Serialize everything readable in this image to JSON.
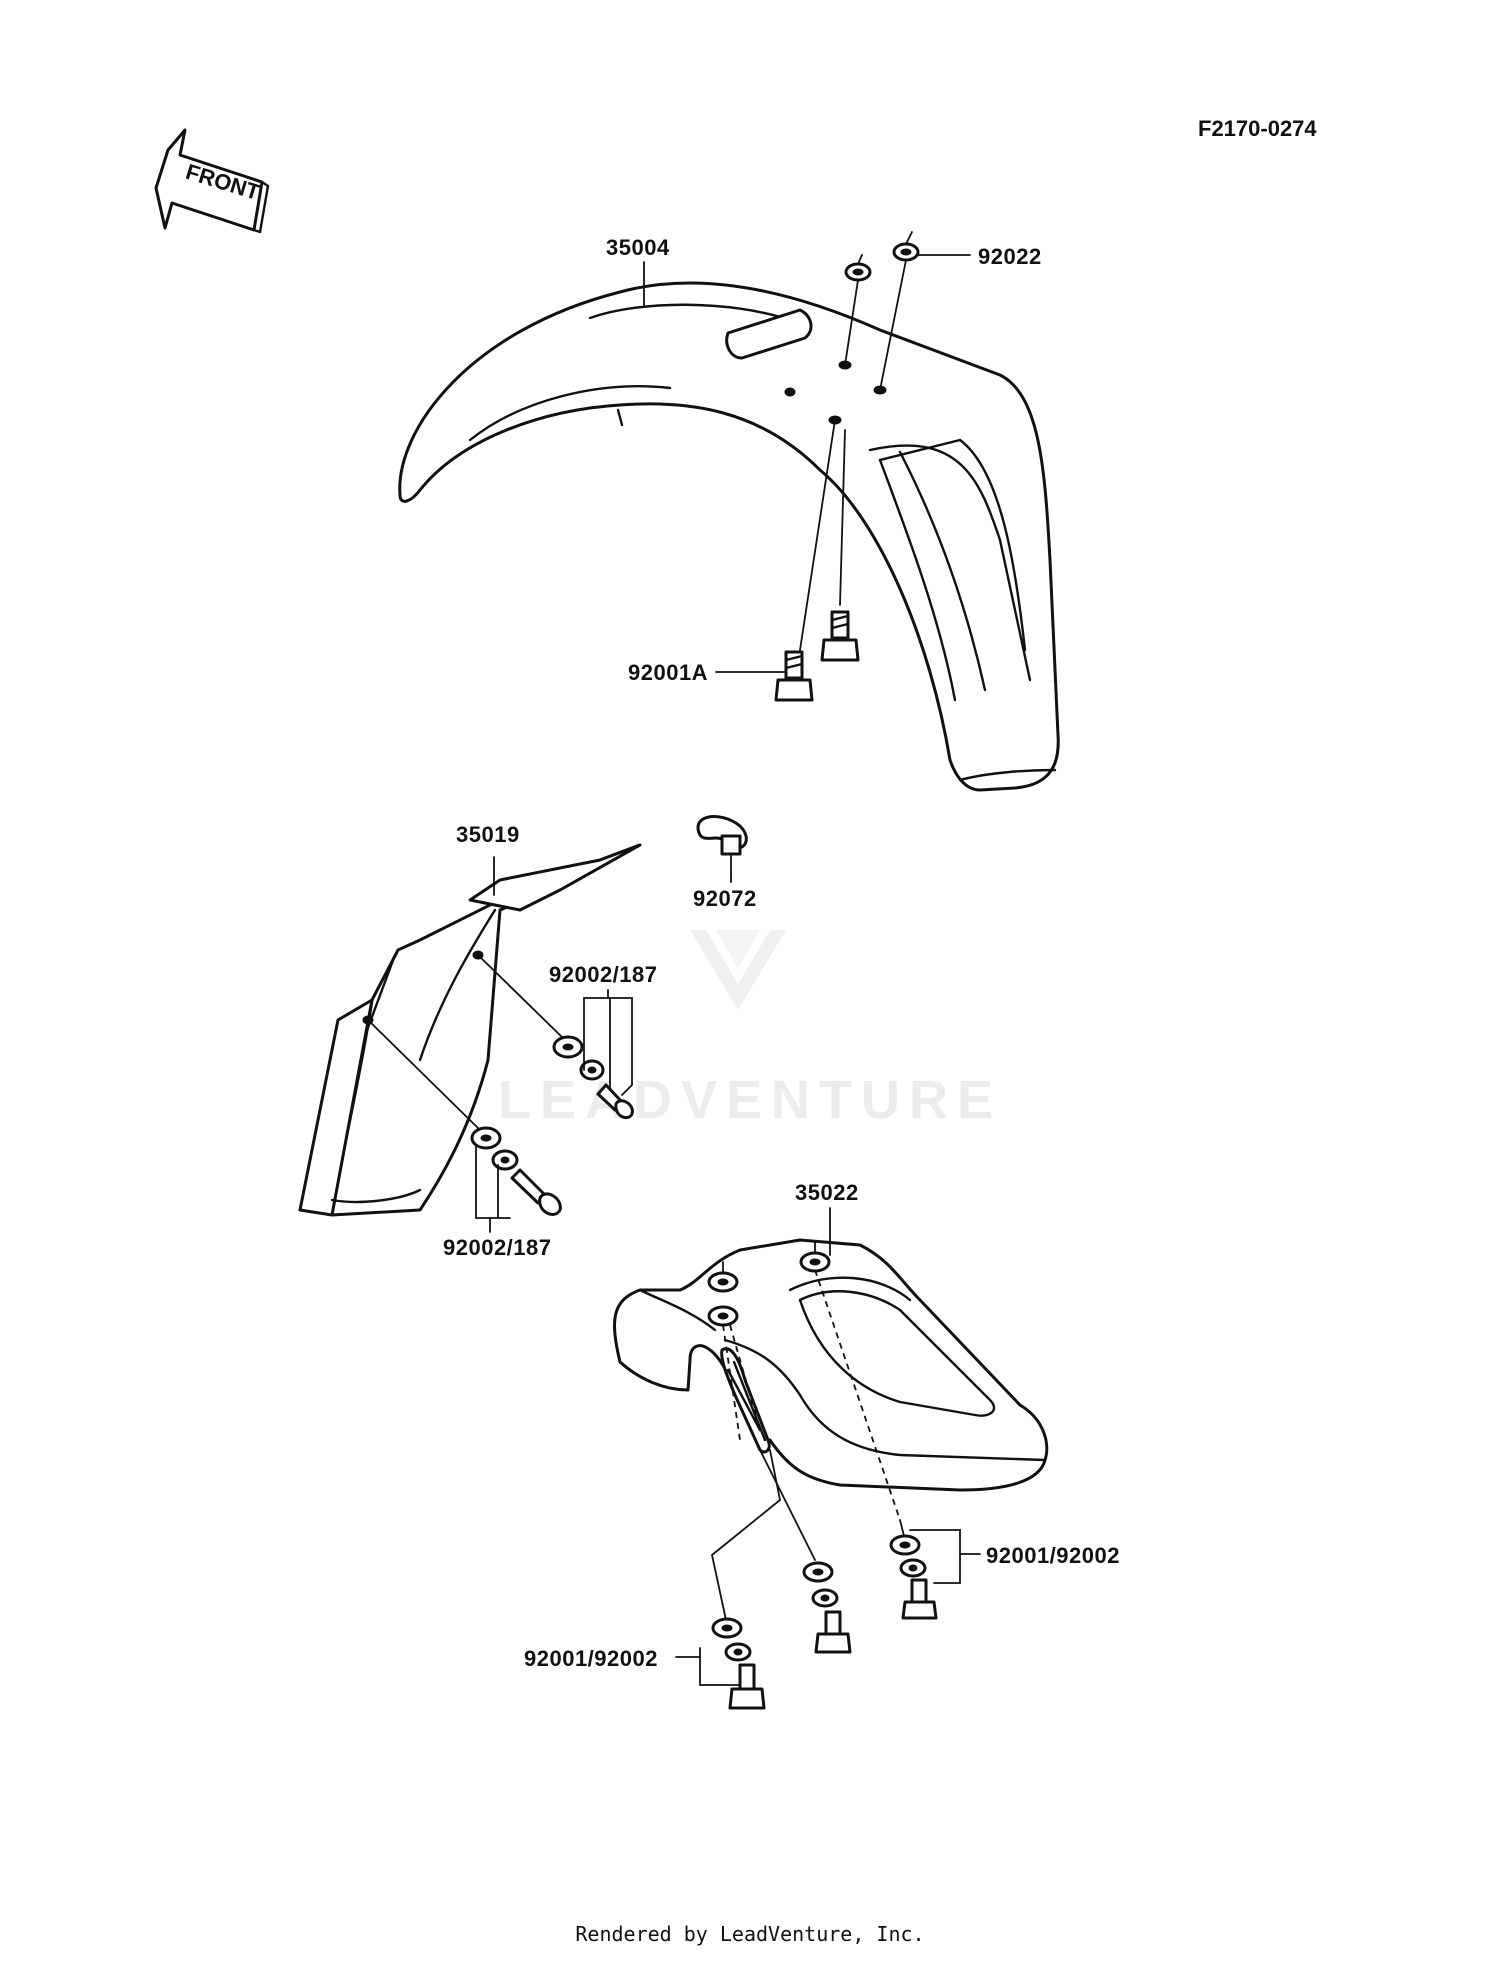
{
  "diagram": {
    "code": "F2170-0274",
    "front_label": "FRONT",
    "watermark": "LEADVENTURE",
    "parts": {
      "p35004": "35004",
      "p92022": "92022",
      "p92001A": "92001A",
      "p35019": "35019",
      "p92072": "92072",
      "p92002_187_a": "92002/187",
      "p92002_187_b": "92002/187",
      "p35022": "35022",
      "p92001_92002_a": "92001/92002",
      "p92001_92002_b": "92001/92002"
    }
  },
  "footer": {
    "rendered_by": "Rendered by LeadVenture, Inc."
  }
}
